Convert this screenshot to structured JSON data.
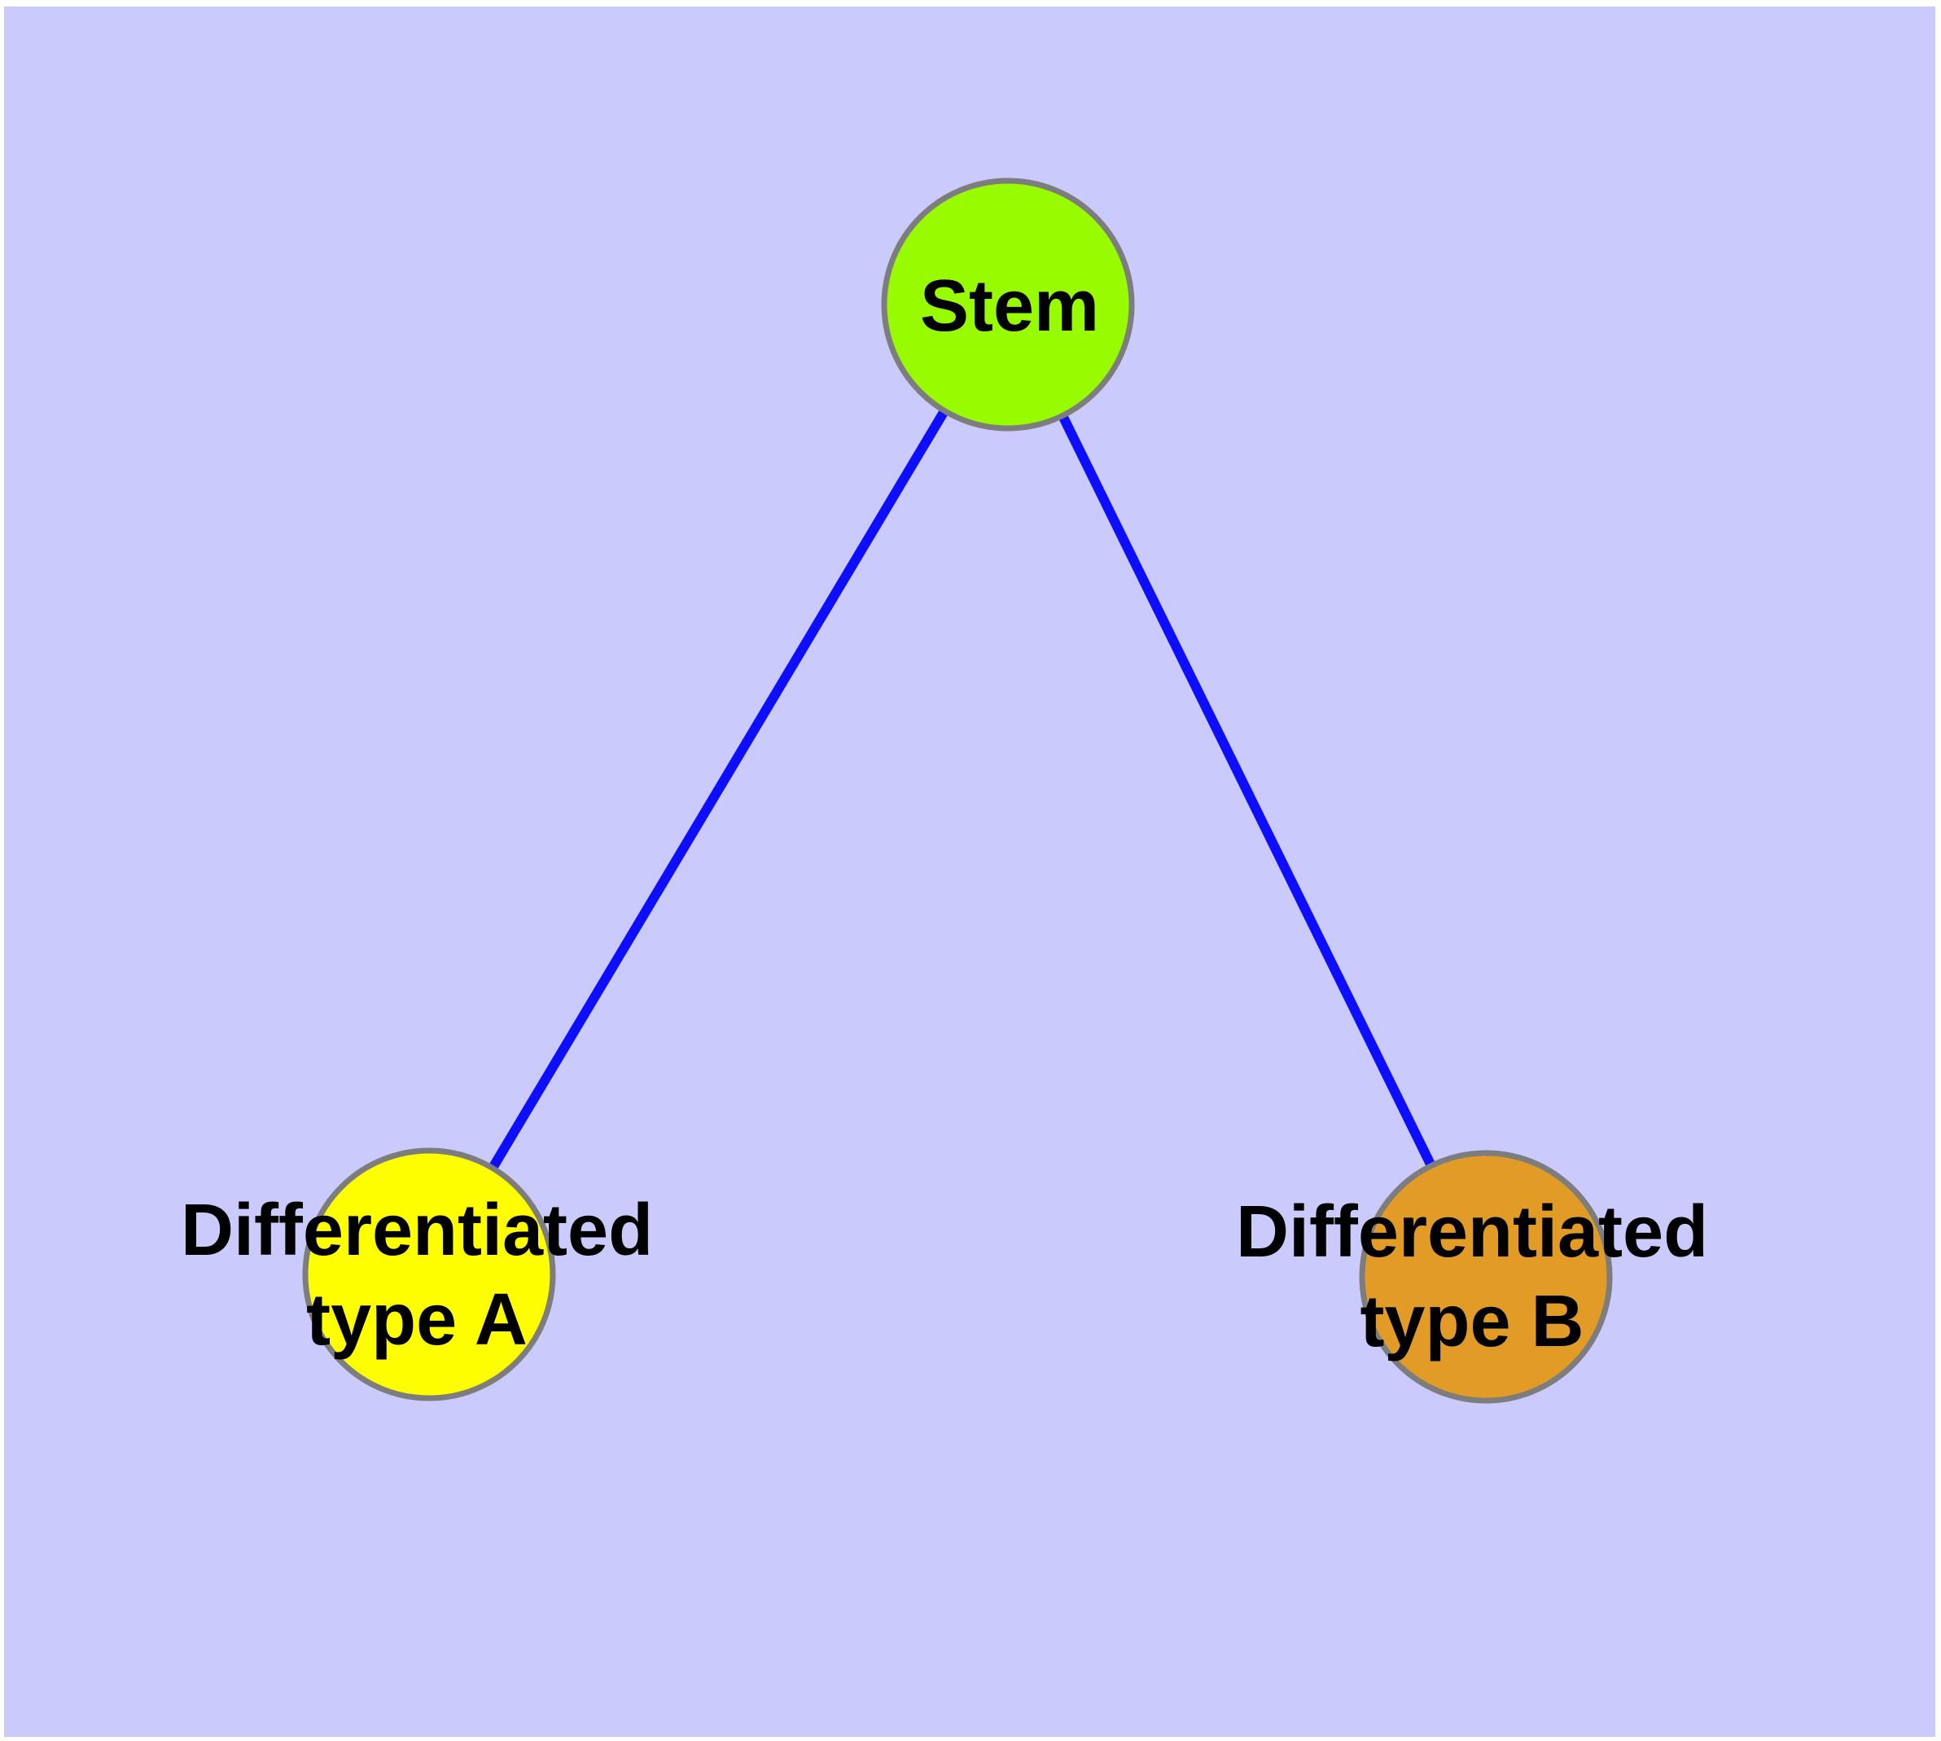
{
  "diagram": {
    "type": "node-link-graph",
    "background_color": "#cacafc",
    "outer_margin_color": "#ffffff",
    "edge_color": "#0d0dff",
    "node_border_color": "#7d7d7d",
    "label_color": "#000000",
    "nodes": [
      {
        "id": "stem",
        "label": "Stem",
        "label_lines": [
          "Stem"
        ],
        "color": "#99fb00"
      },
      {
        "id": "type-a",
        "label": "Differentiated type A",
        "label_lines": [
          "Differentiated",
          "type A"
        ],
        "color": "#fffe00"
      },
      {
        "id": "type-b",
        "label": "Differentiated type B",
        "label_lines": [
          "Differentiated",
          "type B"
        ],
        "color": "#e29b27"
      }
    ],
    "edges": [
      {
        "from": "Stem",
        "to": "Differentiated type A"
      },
      {
        "from": "Stem",
        "to": "Differentiated type B"
      }
    ]
  }
}
